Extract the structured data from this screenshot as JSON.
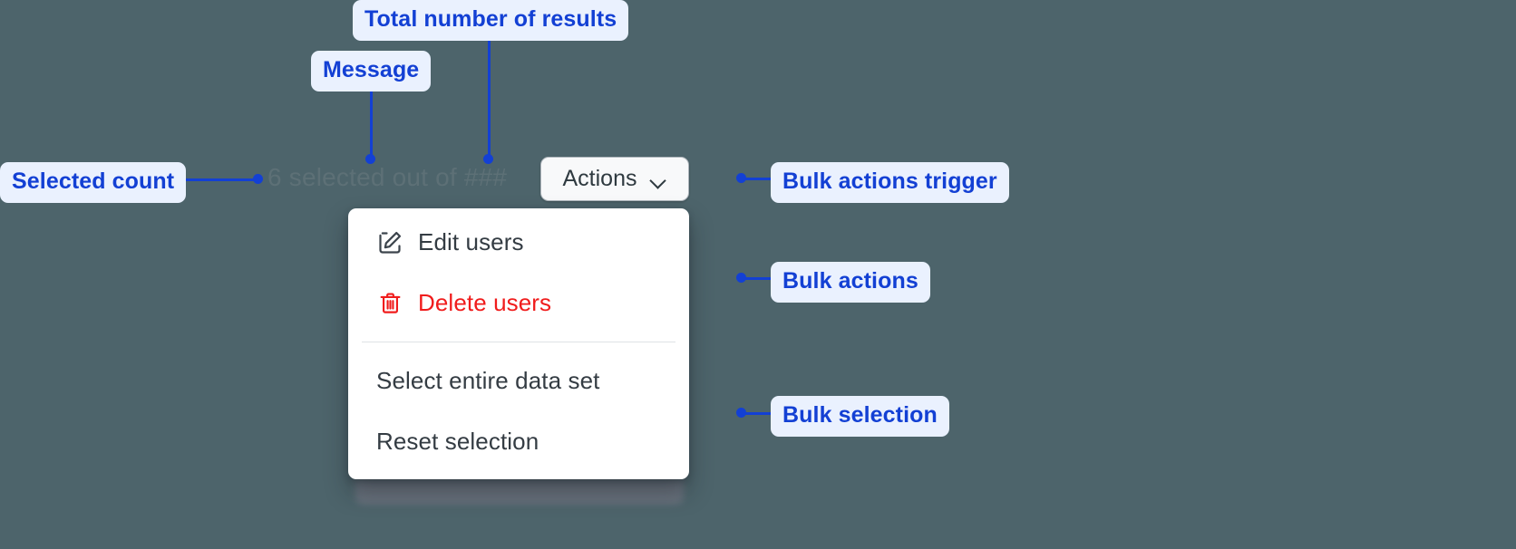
{
  "background_color": "#4d646b",
  "accent_color": "#1340d4",
  "badge_background": "#eaf1fe",
  "annotations": [
    {
      "id": "total-results",
      "label": "Total number of results"
    },
    {
      "id": "message",
      "label": "Message"
    },
    {
      "id": "selected-count",
      "label": "Selected count"
    },
    {
      "id": "bulk-trigger",
      "label": "Bulk actions trigger"
    },
    {
      "id": "bulk-actions",
      "label": "Bulk actions"
    },
    {
      "id": "bulk-selection",
      "label": "Bulk selection"
    }
  ],
  "selection_status": {
    "count": "6",
    "text": "6 selected out of ###",
    "total_placeholder": "###",
    "message_fragment": "selected out of",
    "color": "#5d7076"
  },
  "actions_trigger": {
    "label": "Actions",
    "icon": "chevron-down-icon",
    "background": "#f8f9fa",
    "border_color": "#aeb5bb",
    "text_color": "#2f3a40"
  },
  "actions_menu": {
    "groups": [
      {
        "name": "bulk-actions",
        "items": [
          {
            "label": "Edit users",
            "icon": "edit-icon",
            "tone": "default",
            "color": "#343c43"
          },
          {
            "label": "Delete users",
            "icon": "trash-icon",
            "tone": "danger",
            "color": "#f01c1c"
          }
        ]
      },
      {
        "name": "bulk-selection",
        "items": [
          {
            "label": "Select entire data set",
            "icon": null,
            "tone": "default",
            "color": "#343c43"
          },
          {
            "label": "Reset selection",
            "icon": null,
            "tone": "default",
            "color": "#343c43"
          }
        ]
      }
    ]
  }
}
